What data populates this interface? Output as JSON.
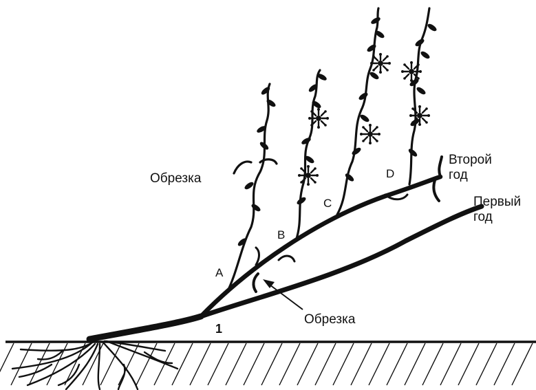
{
  "labels": {
    "pruning_top": "Обрезка",
    "pruning_bottom": "Обрезка",
    "second_year_1": "Второй",
    "second_year_2": "год",
    "first_year_1": "Первый",
    "first_year_2": "год",
    "point_a": "A",
    "point_b": "B",
    "point_c": "C",
    "point_d": "D",
    "number_1": "1"
  },
  "colors": {
    "ink": "#111111",
    "background": "#ffffff"
  }
}
